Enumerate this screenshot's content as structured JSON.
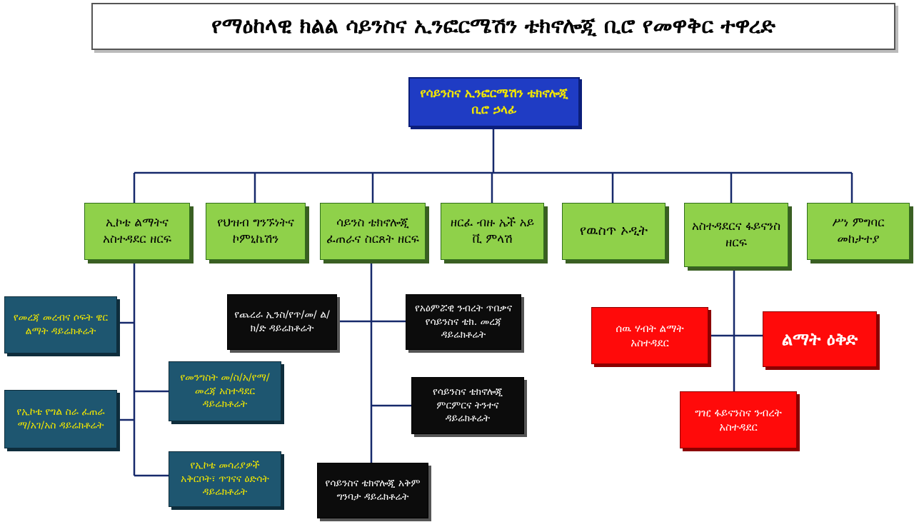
{
  "title": "የማዕከላዊ ክልል ሳይንስና ኢንፎርሜሽን ቴክኖሎጂ ቢሮ የመዋቅር ተዋረድ",
  "head": "የሳይንስና ኢንፎርሜሽን ቴክኖሎጂ ቢሮ ኃላፊ",
  "branches": [
    "ኢኮቴ ልማትና አስተዳደር ዘርፍ",
    "የህዝብ ግንኙነትና ኮምኒኬሽን",
    "ሳይንስ ቴክኖሎጂ ፈጠራና ስርጸት ዘርፍ",
    "ዘርፈ ብዙ ኤች አይ ቪ ምላሽ",
    "የዉስጥ ኦዲት",
    "አስተዳደርና ፋይናንስ ዘርፍ",
    "ሥነ ምግባር መከታተያ"
  ],
  "ict_directorates": [
    "የመረጃ መረብና ሶፍት ዌር ልማት ዳይሬክቶሬት",
    "የመንግስት መ/ስ/አ/የማ/ መረጃ አስተዳደር ዳይሬክቶሬት",
    "የኢኮቴ የግል ስራ ፈጠራ ማ/አገ/አስ ዳይሬክቶሬት",
    "የኢኮቴ መሳሪያዎች አቅርቦት፣ ጥገናና ዕድሳት ዳይሬክቶሬት"
  ],
  "science_directorates": [
    "የጨረራ ኢንስ/የጥ/መ/ ል/ክ/ድ ዳይሬክቶሬት",
    "የአዕምሯዊ ንብረት ጥበቃና የሳይንስና ቴክ. መረጃ ዳይሬክቶሬት",
    "የሳይንስና ቴክኖሎጂ ምርምርና ትንተና ዳይሬክቶሬት",
    "የሳይንስና ቴክኖሎጂ አቅም ግንባታ ዳይሬክቶሬት"
  ],
  "finance_units": [
    "ሰዉ ሃብት ልማት አስተዳደር",
    "ልማት ዕቅድ",
    "ግዢ ፋይናንስና ንብረት አስተዳደር"
  ]
}
